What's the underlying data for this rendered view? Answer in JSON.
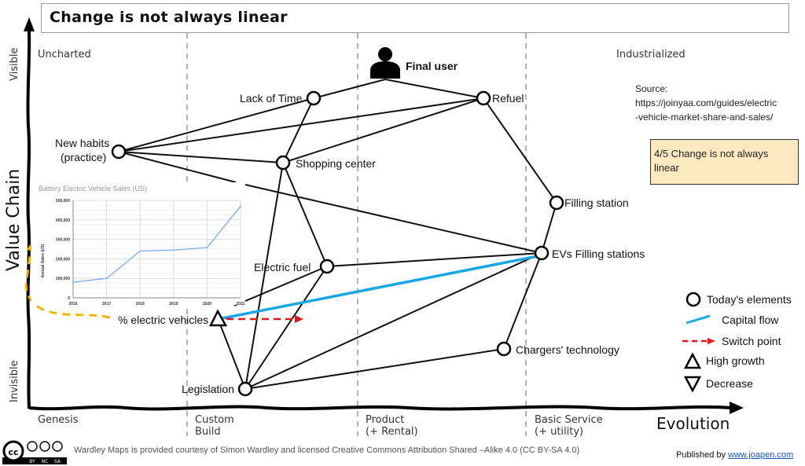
{
  "title": "Change is not always linear",
  "stages_top": {
    "left": "Uncharted",
    "right": "Industrialized"
  },
  "y_axis": {
    "label": "Value Chain",
    "top": "Visible",
    "bottom": "Invisible"
  },
  "x_axis": {
    "label": "Evolution",
    "stages": [
      {
        "line1": "Genesis",
        "line2": ""
      },
      {
        "line1": "Custom",
        "line2": "Build"
      },
      {
        "line1": "Product",
        "line2": "(+ Rental)"
      },
      {
        "line1": "Basic Service",
        "line2": "(+ utility)"
      }
    ]
  },
  "nodes": {
    "final_user": "Final user",
    "lack_of_time": "Lack of Time",
    "refuel": "Refuel",
    "new_habits_1": "New habits",
    "new_habits_2": "(practice)",
    "shopping_center": "Shopping center",
    "filling_station": "Filling station",
    "evs_filling_stations": "EVs Filling stations",
    "electric_fuel": "Electric fuel",
    "electric_vehicles": "% electric vehicles",
    "chargers_technology": "Chargers' technology",
    "legislation": "Legislation"
  },
  "source": {
    "label": "Source:",
    "line1": "https://joinyaa.com/guides/electric",
    "line2": "-vehicle-market-share-and-sales/"
  },
  "note": "4/5 Change is not always linear",
  "legend": {
    "todays_elements": "Today's elements",
    "capital_flow": "Capital flow",
    "switch_point": "Switch point",
    "high_growth": "High growth",
    "decrease": "Decrease"
  },
  "colors": {
    "capital_flow": "#1aa7e6",
    "switch_point": "#e8141b",
    "annotation_arrow": "#f4b400",
    "note_bg": "#fde9c0",
    "chart_line": "#7baaf0"
  },
  "footer": {
    "license": "Wardley Maps is provided courtesy of Simon Wardley and licensed  Creative Commons Attribution Shared –Alike 4.0 (CC BY-SA 4.0)",
    "published_prefix": "Published by ",
    "published_link": "www.joapen.com",
    "cc_labels": [
      "BY",
      "NC",
      "SA"
    ]
  },
  "chart_data": {
    "type": "line",
    "title": "Battery Electric Vehicle Sales (US)",
    "xlabel": "",
    "ylabel": "Annual Sales (US)",
    "x": [
      "2016",
      "2017",
      "2018",
      "2019",
      "2020",
      "2021"
    ],
    "series": [
      {
        "name": "Annual Sales",
        "values": [
          80000,
          100000,
          240000,
          245000,
          258000,
          470000
        ]
      }
    ],
    "ylim": [
      0,
      500000
    ],
    "yticks": [
      0,
      100000,
      200000,
      300000,
      400000,
      500000
    ],
    "ytick_labels": [
      "0",
      "100,000",
      "200,000",
      "300,000",
      "400,000",
      "500,000"
    ],
    "grid": true,
    "legend": "none"
  }
}
